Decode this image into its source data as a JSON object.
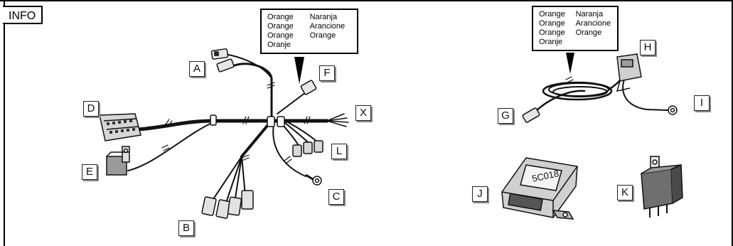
{
  "info_tag": "INFO",
  "callout_left": {
    "col1": [
      "Orange",
      "Orange",
      "Orange",
      "Oranje"
    ],
    "col2": [
      "Naranja",
      "Arancione",
      "Orange"
    ]
  },
  "callout_right": {
    "col1": [
      "Orange",
      "Orange",
      "Orange",
      "Oranje"
    ],
    "col2": [
      "Naranja",
      "Arancione",
      "Orange"
    ]
  },
  "ecu_marking": "5C018",
  "labels": {
    "A": "A",
    "B": "B",
    "C": "C",
    "D": "D",
    "E": "E",
    "F": "F",
    "G": "G",
    "H": "H",
    "I": "I",
    "J": "J",
    "K": "K",
    "L": "L",
    "X": "X"
  }
}
